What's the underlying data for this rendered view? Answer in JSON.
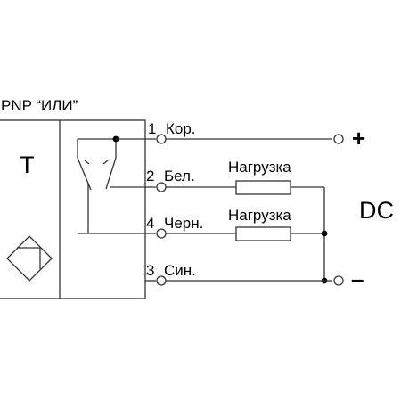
{
  "diagram": {
    "title": "PNP “ИЛИ”",
    "sensor_letter": "T",
    "supply_label": "DC",
    "plus_sign": "+",
    "minus_sign": "–",
    "terminals": [
      {
        "number": "1",
        "name": "Кор."
      },
      {
        "number": "2",
        "name": "Бел."
      },
      {
        "number": "4",
        "name": "Черн."
      },
      {
        "number": "3",
        "name": "Син."
      }
    ],
    "loads": [
      {
        "label": "Нагрузка"
      },
      {
        "label": "Нагрузка"
      }
    ],
    "colors": {
      "line": "#333333",
      "text": "#000000"
    }
  }
}
